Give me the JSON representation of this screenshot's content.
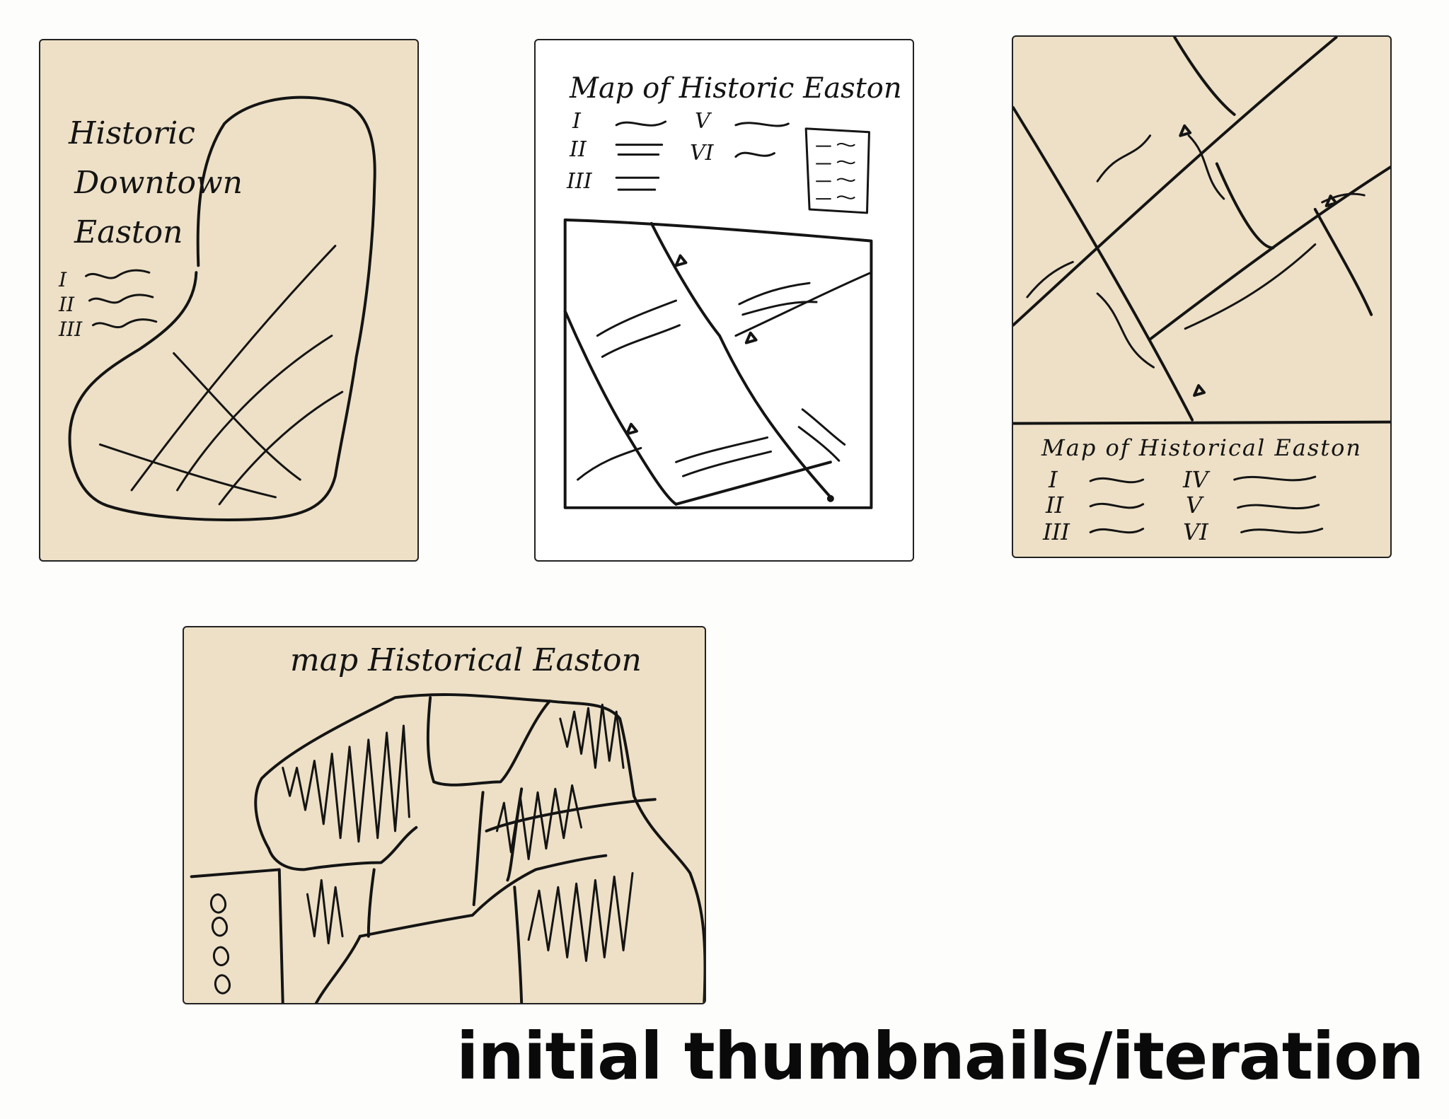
{
  "colors": {
    "paper_tan": "#ede0c6",
    "paper_white": "#ffffff",
    "ink": "#141414",
    "page_background": "#fdfdfc"
  },
  "sketches": {
    "sketch1": {
      "title_line1": "Historic",
      "title_line2": "Downtown",
      "title_line3": "Easton",
      "legend": [
        "I",
        "II",
        "III"
      ]
    },
    "sketch2": {
      "title": "Map of Historic Easton",
      "legend": [
        "I",
        "II",
        "III",
        "V",
        "VI"
      ]
    },
    "sketch3": {
      "title": "Map of Historical Easton",
      "legend": [
        "I",
        "II",
        "III",
        "IV",
        "V",
        "VI"
      ]
    },
    "sketch4": {
      "title": "map Historical Easton"
    }
  },
  "caption": "initial thumbnails/iteration"
}
